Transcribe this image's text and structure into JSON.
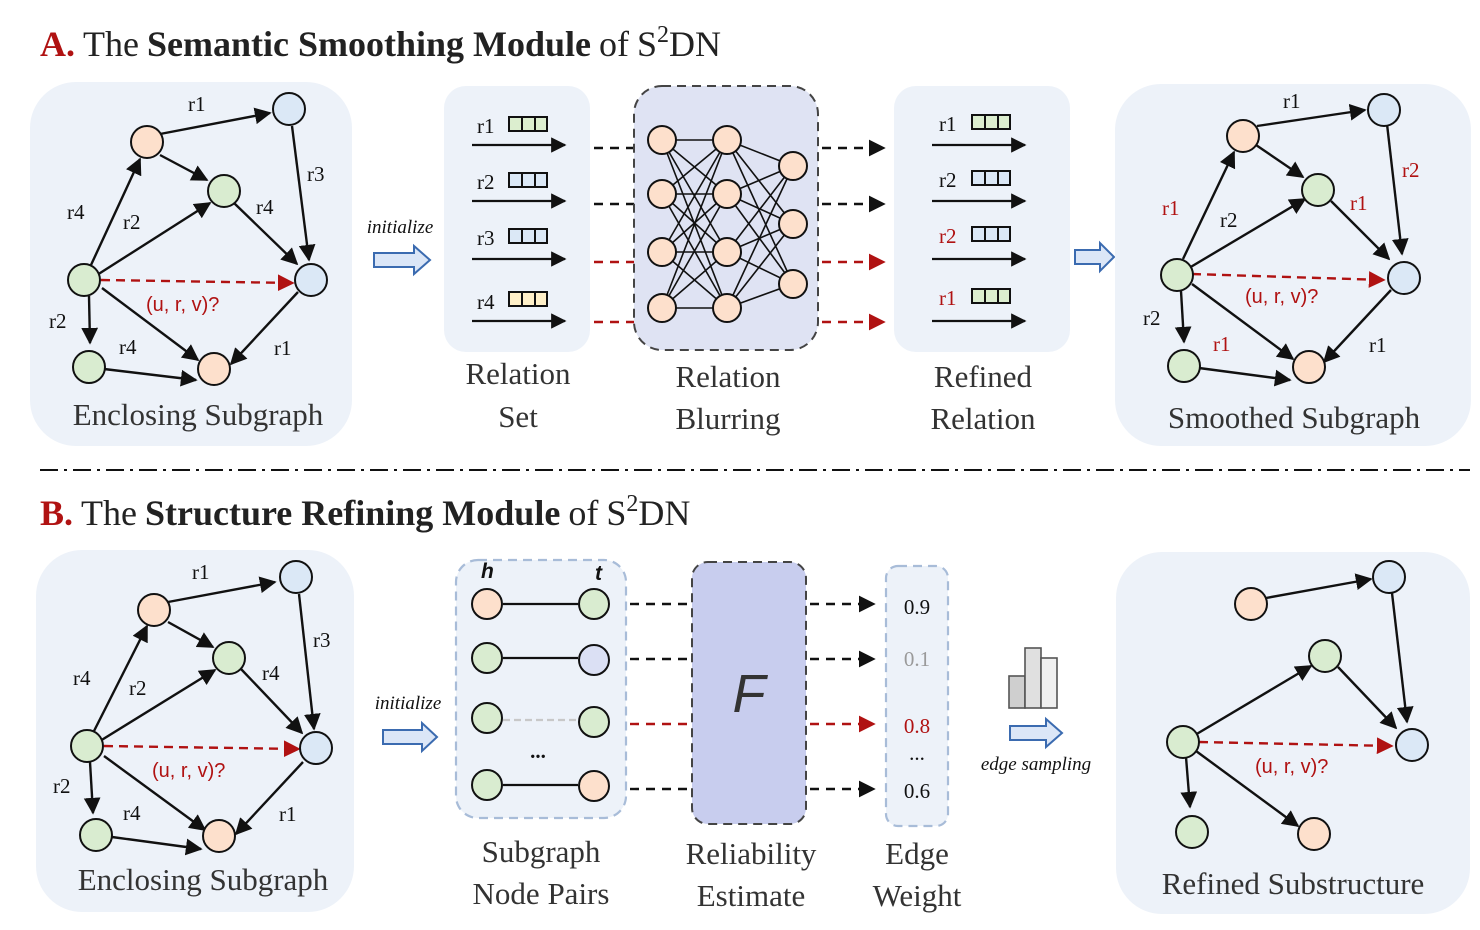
{
  "section_a": {
    "label": "A.",
    "title_pre": "The",
    "title_bold": "Semantic Smoothing Module",
    "title_of": "of",
    "model": "S",
    "model_sup": "2",
    "model_tail": "DN",
    "enclosing_caption": "Enclosing Subgraph",
    "initialize": "initialize",
    "relation_set_caption": [
      "Relation",
      "Set"
    ],
    "blurring_caption": [
      "Relation",
      "Blurring"
    ],
    "refined_caption": [
      "Refined",
      "Relation"
    ],
    "smoothed_caption": "Smoothed Subgraph",
    "relation_set": [
      "r1",
      "r2",
      "r3",
      "r4"
    ],
    "refined_relations": [
      "r1",
      "r2",
      "r2",
      "r1"
    ],
    "enclosing_edge_labels": [
      "r1",
      "r3",
      "r4",
      "r2",
      "r4",
      "r2",
      "r4",
      "r1"
    ],
    "smoothed_edge_labels": [
      "r1",
      "r2",
      "r1",
      "r2",
      "r1",
      "r2",
      "r1",
      "r1"
    ],
    "query": "(u, r, v)?"
  },
  "section_b": {
    "label": "B.",
    "title_pre": "The",
    "title_bold": "Structure Refining Module",
    "title_of": "of",
    "model": "S",
    "model_sup": "2",
    "model_tail": "DN",
    "enclosing_caption": "Enclosing Subgraph",
    "initialize": "initialize",
    "head_label": "h",
    "tail_label": "t",
    "ellipsis": "...",
    "pairs_caption": [
      "Subgraph",
      "Node Pairs"
    ],
    "estimator_symbol": "F",
    "estimator_caption": [
      "Reliability",
      "Estimate"
    ],
    "weights": [
      "0.9",
      "0.1",
      "0.8",
      "...",
      "0.6"
    ],
    "weight_caption": [
      "Edge",
      "Weight"
    ],
    "sampling": "edge sampling",
    "refined_caption": "Refined Substructure",
    "enclosing_edge_labels": [
      "r1",
      "r3",
      "r4",
      "r2",
      "r4",
      "r2",
      "r4",
      "r1"
    ],
    "query": "(u, r, v)?"
  },
  "colors": {
    "red": "#b01212",
    "node_orange": "#fde0cc",
    "node_green": "#d9ecd0",
    "node_blue": "#dbe8f6",
    "panel": "#edf2f9",
    "blur_box": "#dfe3f3",
    "arrow_blue": "#3b6bb0"
  }
}
